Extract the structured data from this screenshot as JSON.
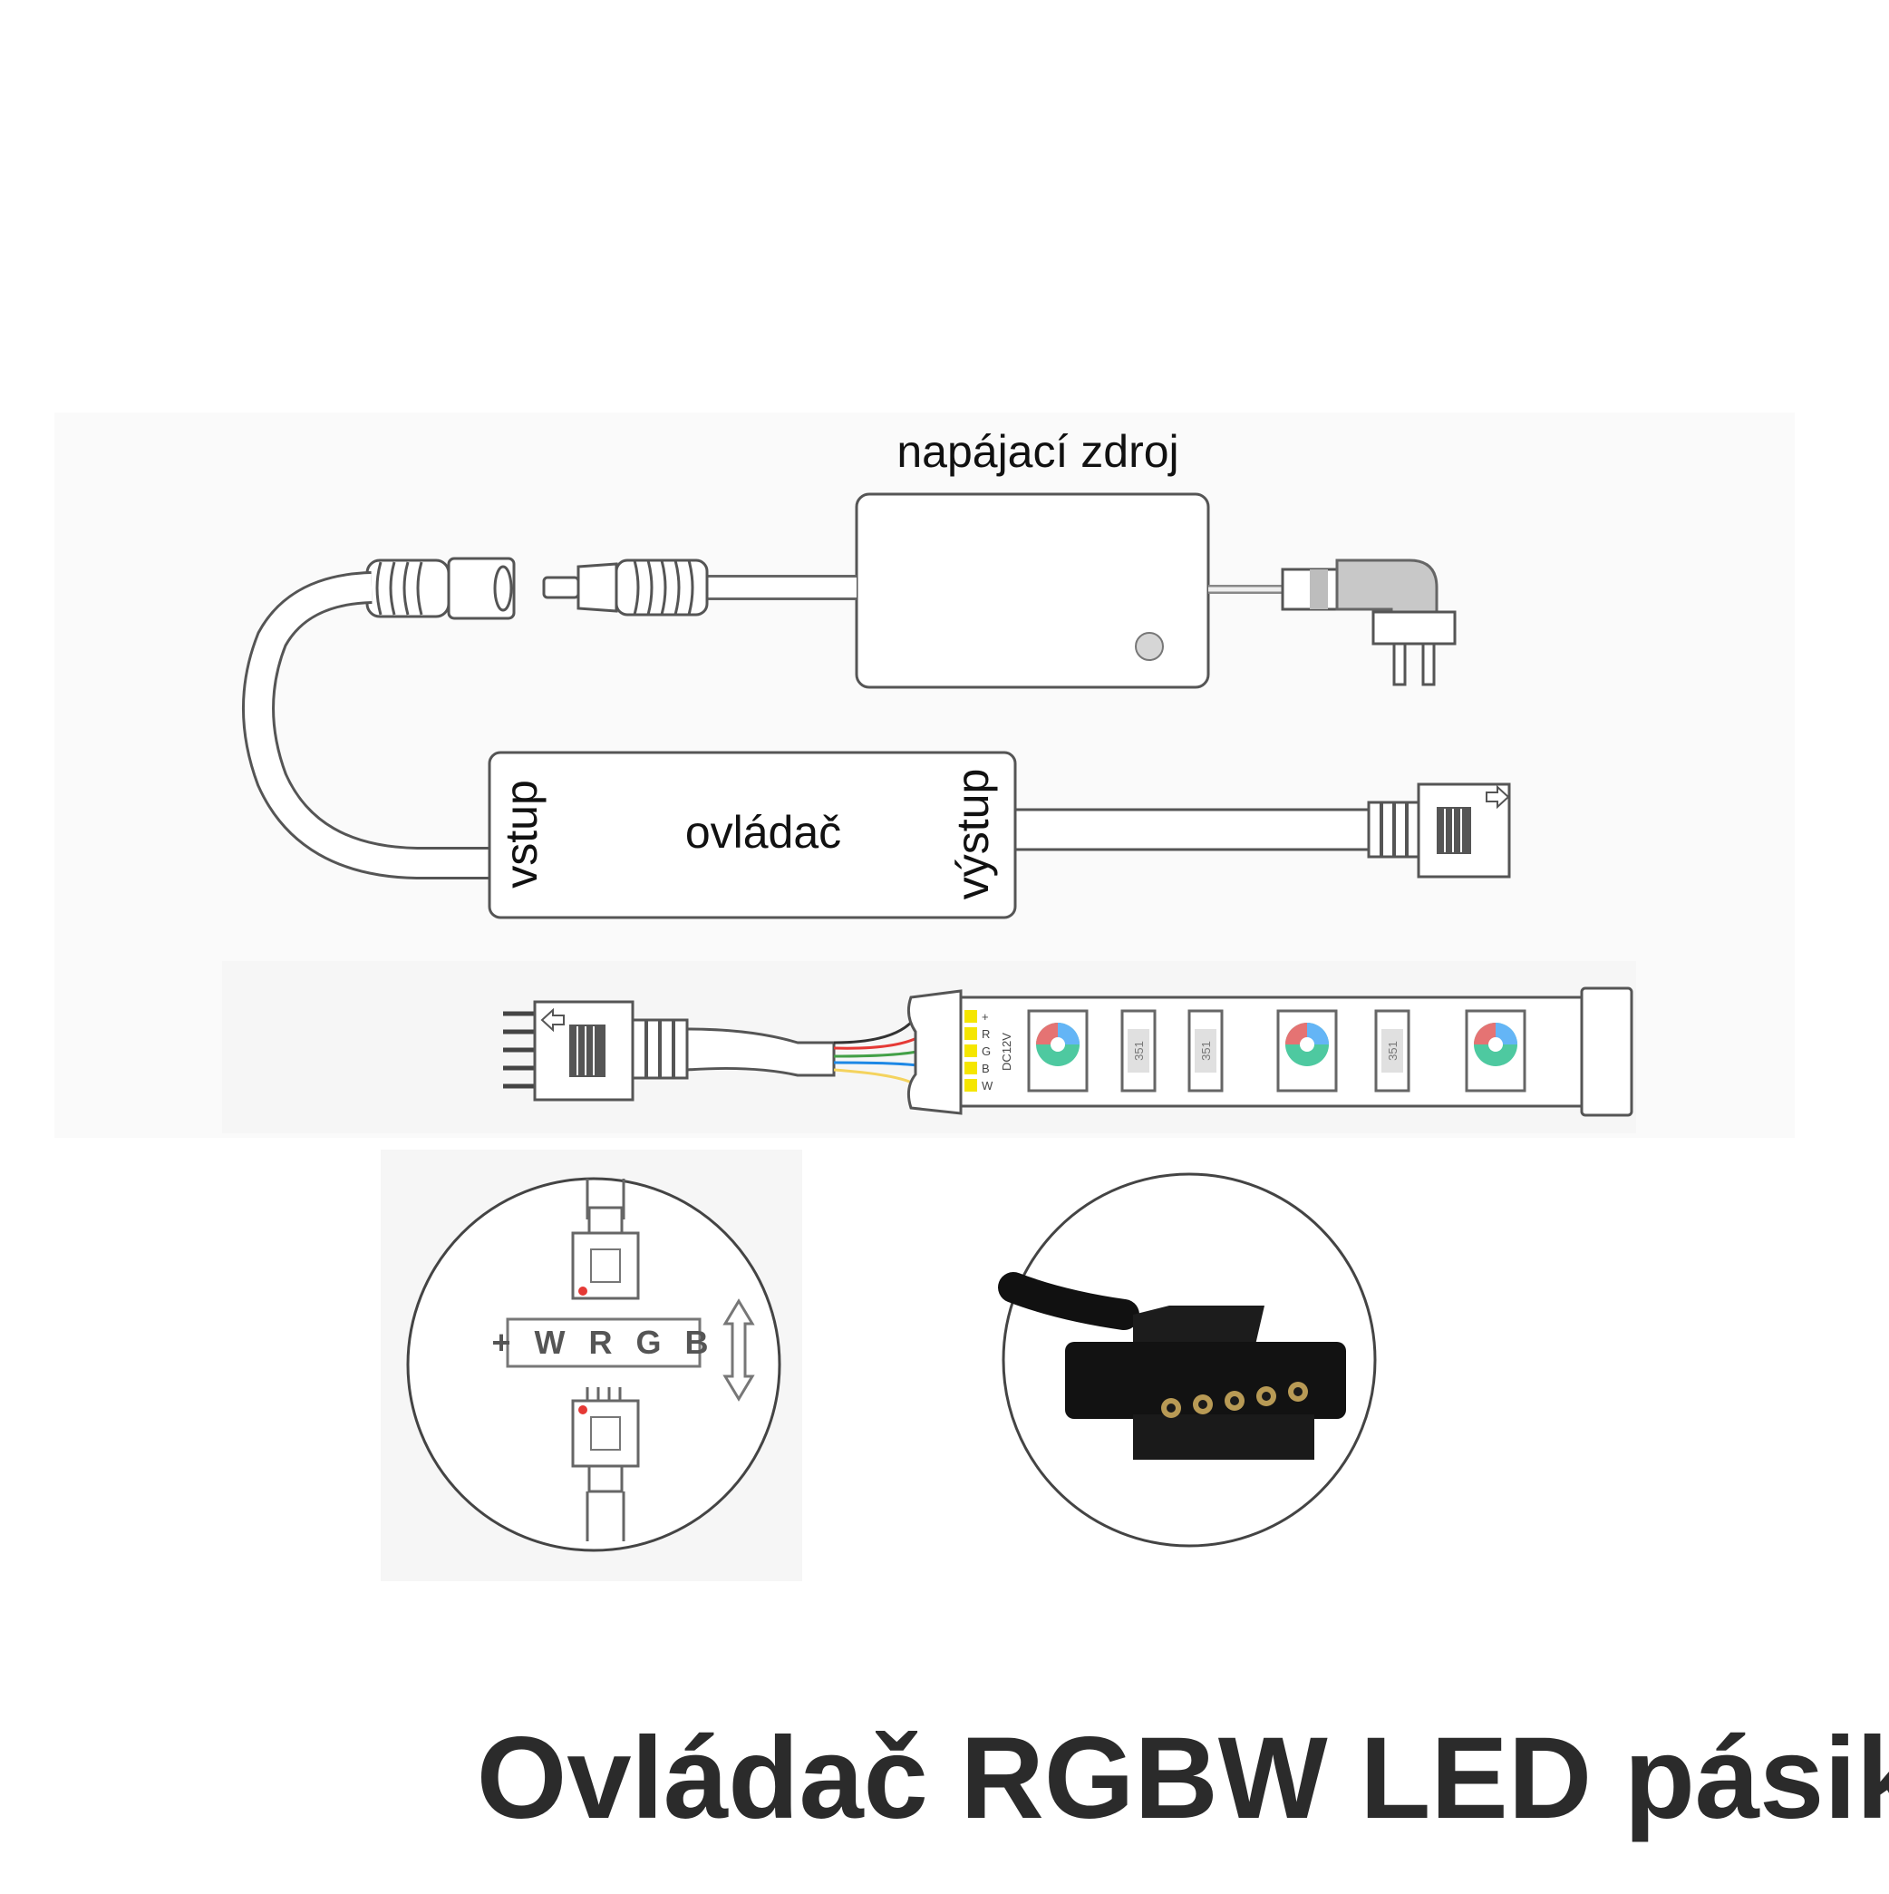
{
  "title": "Ovládač RGBW LED pásika",
  "labels": {
    "power_supply": "napájací zdroj",
    "controller": "ovládač",
    "input": "vstup",
    "output": "výstup"
  },
  "strip": {
    "pins": [
      "+",
      "R",
      "G",
      "B",
      "W"
    ],
    "voltage": "DC12V",
    "resistor_code": "351"
  },
  "connector_order": "+ W R G B",
  "colors": {
    "wire_red": "#e53935",
    "wire_green": "#43a047",
    "wire_blue": "#1e88e5",
    "wire_white": "#f4d35e",
    "pad_yellow": "#f5e600",
    "outline": "#555555"
  }
}
